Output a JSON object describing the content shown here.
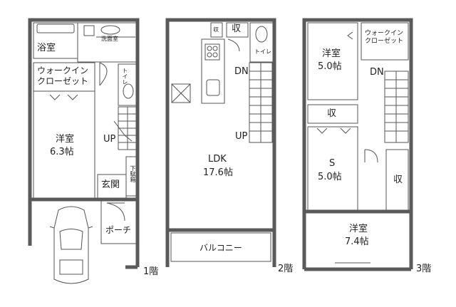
{
  "floor1": {
    "bath": "浴室",
    "washroom": "洗面室",
    "walkin": "ウォークイン\nクローゼット",
    "toilet": "トイレ",
    "room_name": "洋室",
    "room_size": "6.3帖",
    "up": "UP",
    "entrance": "玄関",
    "shoe": "下駄箱",
    "porch": "ポーチ",
    "floor_label": "1階"
  },
  "floor2": {
    "storage_small": "収",
    "storage": "収",
    "toilet": "トイレ",
    "dn": "DN",
    "up": "UP",
    "ldk_name": "LDK",
    "ldk_size": "17.6帖",
    "balcony": "バルコニー",
    "floor_label": "2階"
  },
  "floor3": {
    "room_a_name": "洋室",
    "room_a_size": "5.0帖",
    "walkin": "ウォークイン\nクローゼット",
    "dn": "DN",
    "storage_mid": "収",
    "s_name": "S",
    "s_size": "5.0帖",
    "storage_side": "収",
    "room_b_name": "洋室",
    "room_b_size": "7.4帖",
    "floor_label": "3階"
  },
  "colors": {
    "wall": "#5a5a5a",
    "line": "#444444",
    "bg": "#ffffff"
  }
}
